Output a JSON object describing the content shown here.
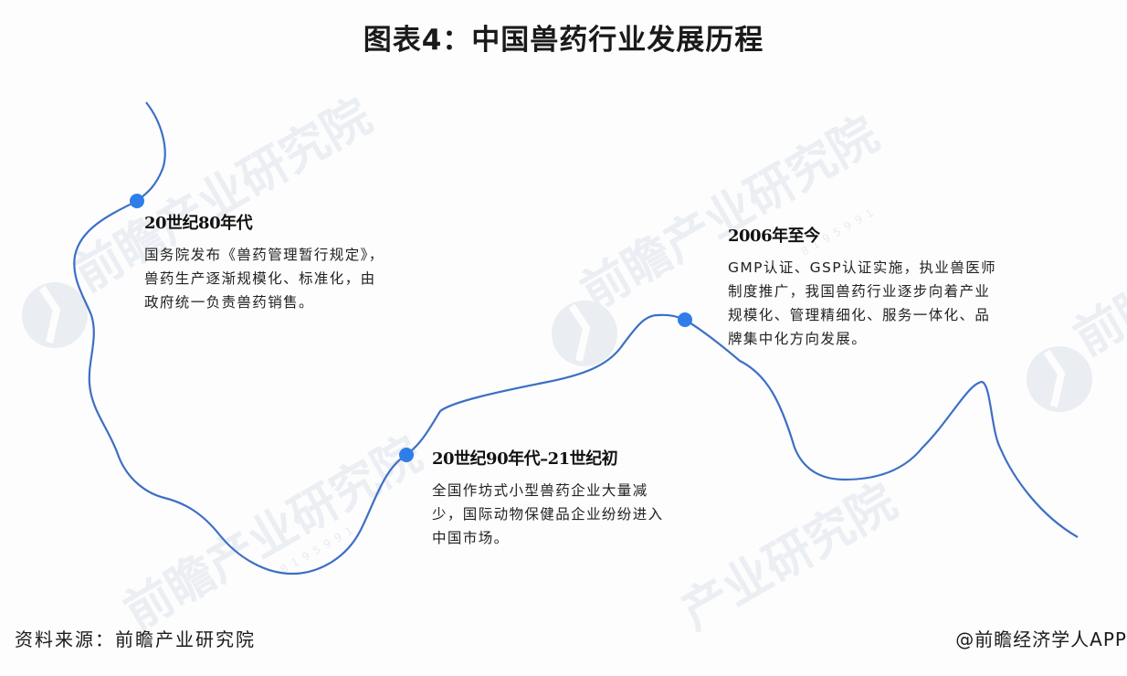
{
  "title": "图表4：中国兽药行业发展历程",
  "colors": {
    "line": "#3d6fc4",
    "dot": "#2f7de8",
    "watermark": "#e9ecf1"
  },
  "watermark": {
    "text": "前瞻产业研究院",
    "subtext": "8195991"
  },
  "milestones": [
    {
      "period": "20世纪80年代",
      "description": "国务院发布《兽药管理暂行规定》，兽药生产逐渐规模化、标准化，由政府统一负责兽药销售。"
    },
    {
      "period": "20世纪90年代–21世纪初",
      "description": "全国作坊式小型兽药企业大量减少，国际动物保健品企业纷纷进入中国市场。"
    },
    {
      "period": "2006年至今",
      "description": "GMP认证、GSP认证实施，执业兽医师制度推广，我国兽药行业逐步向着产业规模化、管理精细化、服务一体化、品牌集中化方向发展。"
    }
  ],
  "footer": {
    "source": "资料来源：前瞻产业研究院",
    "credit": "@前瞻经济学人APP"
  }
}
